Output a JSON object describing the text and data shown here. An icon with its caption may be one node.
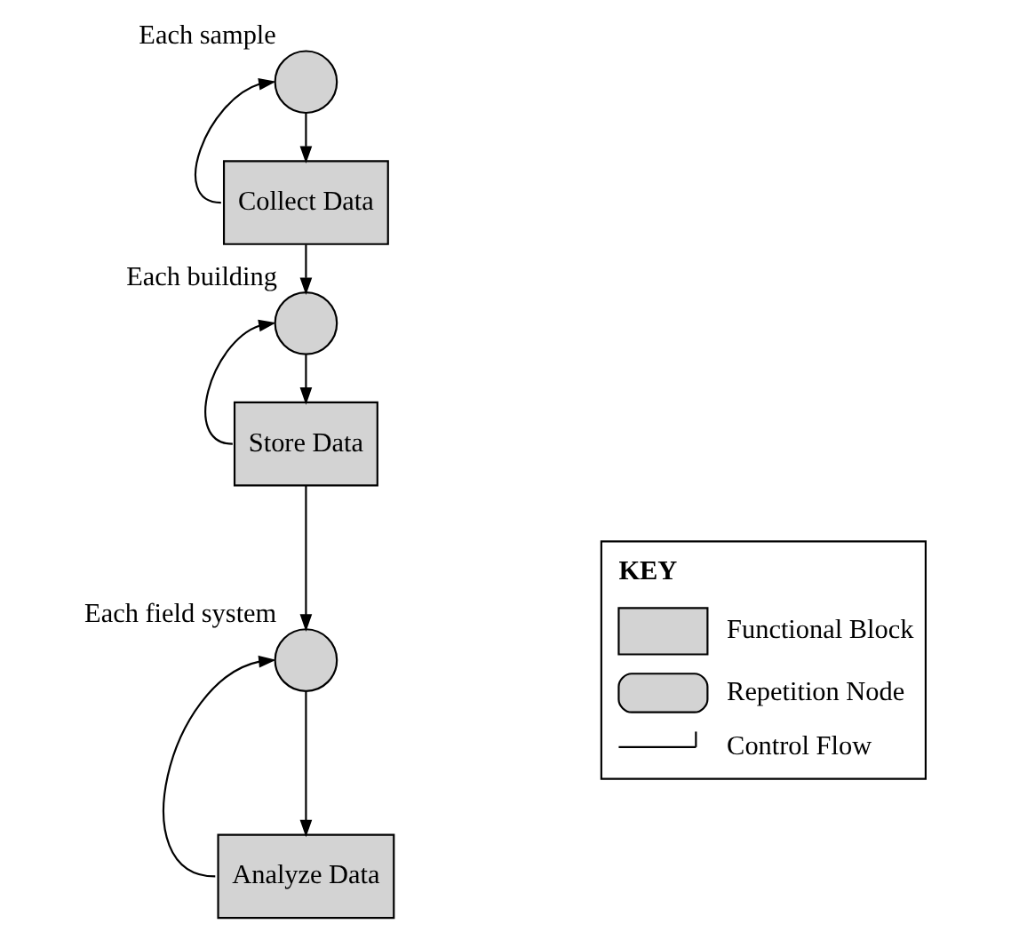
{
  "diagram": {
    "nodes": [
      {
        "text": [],
        "shape": "circle",
        "beside": [
          "Each sample"
        ]
      },
      {
        "text": [
          "Collect Data"
        ]
      },
      {
        "text": [],
        "shape": "circle",
        "beside": [
          "Each building"
        ]
      },
      {
        "text": [
          "Store Data"
        ]
      },
      {
        "text": [],
        "shape": "circle",
        "beside": [
          "Each field system"
        ]
      },
      {
        "text": [
          "Analyze Data"
        ]
      }
    ],
    "edges": [
      {
        "from": 0,
        "to": 1,
        "arrow": "to"
      },
      {
        "from": 1,
        "to": 0,
        "arrow": "to"
      },
      {
        "from": 1,
        "to": 2,
        "arrow": "to"
      },
      {
        "from": 2,
        "to": 3,
        "arrow": "to"
      },
      {
        "from": 3,
        "to": 2,
        "arrow": "to"
      },
      {
        "from": 3,
        "to": 4,
        "arrow": "to"
      },
      {
        "from": 4,
        "to": 5,
        "arrow": "to"
      },
      {
        "from": 5,
        "to": 4,
        "arrow": "to"
      }
    ],
    "labels": [
      "KEY"
    ],
    "legend": [
      {
        "text": "Functional Block"
      },
      {
        "text": "Repetition Node"
      },
      {
        "text": "Control Flow"
      }
    ]
  }
}
